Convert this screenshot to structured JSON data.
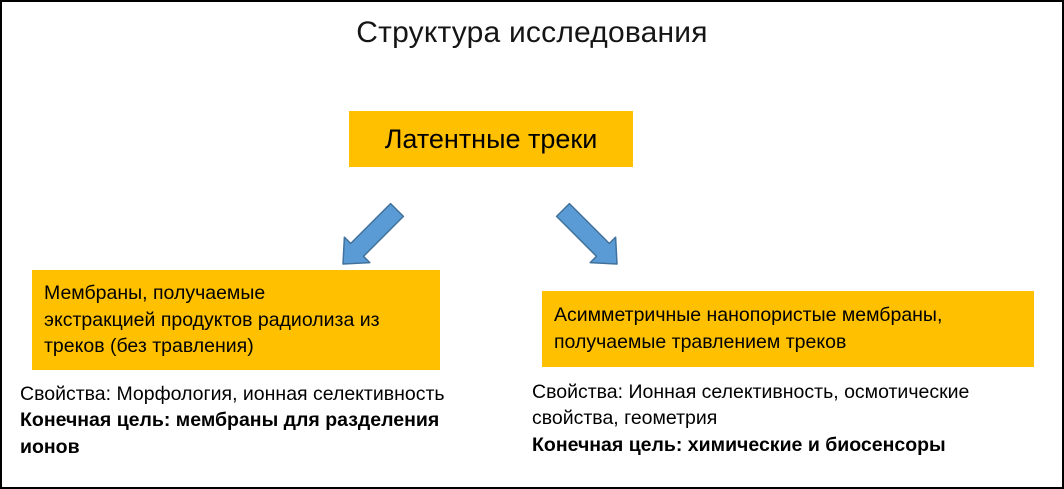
{
  "title": "Структура исследования",
  "root": {
    "label": "Латентные треки"
  },
  "left_branch": {
    "box_text": "Мембраны, получаемые\nэкстракцией продуктов радиолиза из\nтреков (без травления)",
    "properties": "Свойства: Морфология, ионная селективность",
    "goal": "Конечная цель: мембраны для разделения ионов"
  },
  "right_branch": {
    "box_text": "Асимметричные нанопористые мембраны,\nполучаемые травлением треков",
    "properties": "Свойства: Ионная селективность, осмотические свойства, геометрия",
    "goal": "Конечная цель: химические и биосенсоры"
  },
  "icons": {
    "left_arrow": "down-left-arrow",
    "right_arrow": "down-right-arrow"
  },
  "colors": {
    "box_fill": "#FFC000",
    "arrow_fill": "#5B9BD5",
    "arrow_stroke": "#41719C",
    "border": "#000000"
  }
}
